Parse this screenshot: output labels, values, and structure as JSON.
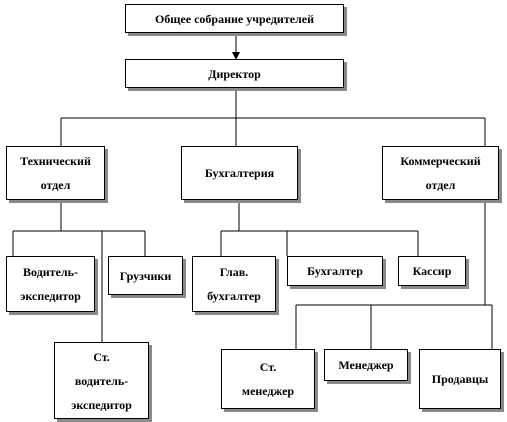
{
  "diagram": {
    "nodes": {
      "founders": "Общее собрание учредителей",
      "director": "Директор",
      "tech_dept": [
        "Технический",
        "отдел"
      ],
      "accounting": "Бухгалтерия",
      "commercial": [
        "Коммерческий",
        "отдел"
      ],
      "driver": [
        "Водитель-",
        "экспедитор"
      ],
      "loaders": "Грузчики",
      "senior_driver": [
        "Ст.",
        "водитель-",
        "экспедитор"
      ],
      "chief_accountant": [
        "Глав.",
        "бухгалтер"
      ],
      "accountant": "Бухгалтер",
      "cashier": "Кассир",
      "senior_manager": [
        "Ст.",
        "менеджер"
      ],
      "manager": "Менеджер",
      "sellers": "Продавцы"
    },
    "edges": [
      [
        "founders",
        "director"
      ],
      [
        "director",
        "tech_dept"
      ],
      [
        "director",
        "accounting"
      ],
      [
        "director",
        "commercial"
      ],
      [
        "tech_dept",
        "driver"
      ],
      [
        "tech_dept",
        "loaders"
      ],
      [
        "tech_dept",
        "senior_driver"
      ],
      [
        "accounting",
        "chief_accountant"
      ],
      [
        "accounting",
        "accountant"
      ],
      [
        "accounting",
        "cashier"
      ],
      [
        "commercial",
        "senior_manager"
      ],
      [
        "commercial",
        "manager"
      ],
      [
        "commercial",
        "sellers"
      ]
    ],
    "line_color": "#000000",
    "shadow_color": "#8a8a8a"
  }
}
